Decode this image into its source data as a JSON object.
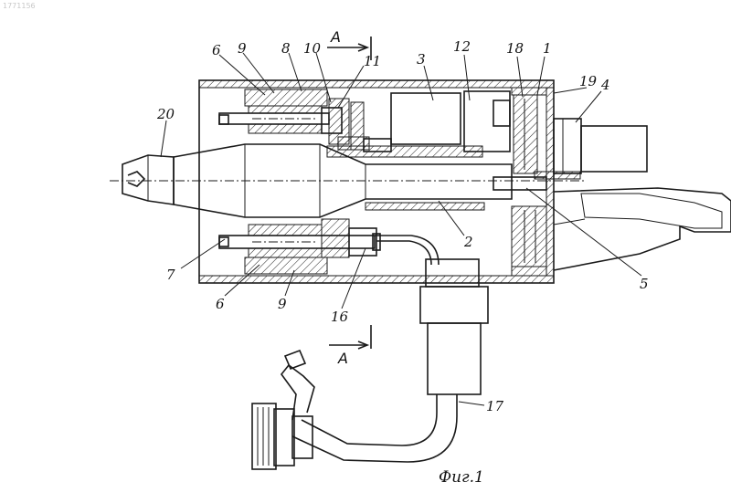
{
  "doc_number": "1771156",
  "section_mark": "A",
  "caption": "Фиг.1",
  "labels": {
    "l1": "1",
    "l2": "2",
    "l3": "3",
    "l4": "4",
    "l5": "5",
    "l6a": "6",
    "l6b": "6",
    "l7": "7",
    "l8": "8",
    "l9a": "9",
    "l9b": "9",
    "l10": "10",
    "l11": "11",
    "l12": "12",
    "l16": "16",
    "l17": "17",
    "l18": "18",
    "l19": "19",
    "l20": "20"
  }
}
